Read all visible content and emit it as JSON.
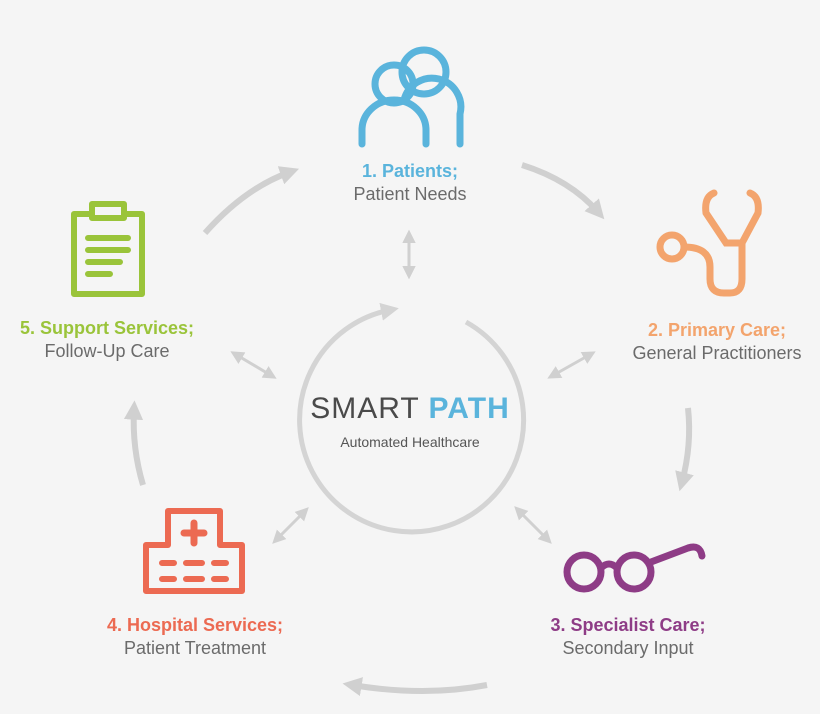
{
  "colors": {
    "patients": "#5ab4dc",
    "primary": "#f3a46d",
    "specialist": "#8e3c86",
    "hospital": "#ec6a52",
    "support": "#9ac43a",
    "arrow": "#d0d0d0",
    "ring": "#d4d4d4"
  },
  "center": {
    "brand_part1": "SMART",
    "brand_part2": "PATH",
    "subtitle": "Automated Healthcare"
  },
  "nodes": [
    {
      "id": "patients",
      "title": "1. Patients;",
      "subtitle": "Patient Needs",
      "icon": "people-icon"
    },
    {
      "id": "primary-care",
      "title": "2. Primary Care;",
      "subtitle": "General Practitioners",
      "icon": "stethoscope-icon"
    },
    {
      "id": "specialist-care",
      "title": "3. Specialist Care;",
      "subtitle": "Secondary Input",
      "icon": "glasses-icon"
    },
    {
      "id": "hospital-services",
      "title": "4. Hospital Services;",
      "subtitle": "Patient Treatment",
      "icon": "hospital-icon"
    },
    {
      "id": "support-services",
      "title": "5. Support Services;",
      "subtitle": "Follow-Up Care",
      "icon": "clipboard-icon"
    }
  ]
}
